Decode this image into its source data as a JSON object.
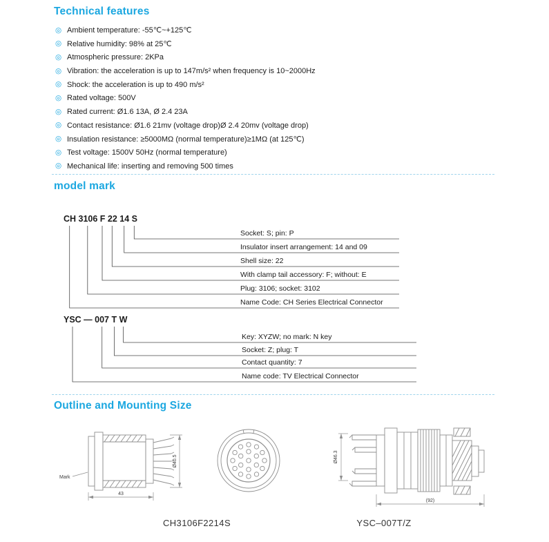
{
  "page": {
    "accent": "#1ba7e0"
  },
  "technical_features": {
    "title": "Technical features",
    "bullet": "◎",
    "items": [
      "Ambient temperature: -55℃~+125℃",
      "Relative humidity: 98% at 25℃",
      "Atmospheric pressure: 2KPa",
      "Vibration: the acceleration is up to 147m/s² when frequency is 10~2000Hz",
      "Shock: the acceleration is up to 490 m/s²",
      "Rated voltage: 500V",
      "Rated current: Ø1.6 13A, Ø 2.4 23A",
      "Contact resistance: Ø1.6 21mv (voltage drop)Ø 2.4 20mv (voltage drop)",
      "Insulation resistance: ≥5000MΩ (normal temperature)≥1MΩ (at 125℃)",
      "Test voltage: 1500V 50Hz (normal temperature)",
      "Mechanical life: inserting and removing 500 times"
    ]
  },
  "model_mark": {
    "title": "model mark",
    "ch": {
      "code": "CH 3106 F 22 14 S",
      "labels": [
        "Socket: S; pin: P",
        "Insulator insert arrangement: 14 and 09",
        "Shell size: 22",
        "With clamp tail accessory: F; without: E",
        "Plug: 3106; socket: 3102",
        "Name Code: CH Series Electrical Connector"
      ]
    },
    "ysc": {
      "code": "YSC — 007 T W",
      "labels": [
        "Key: XYZW; no mark: N key",
        "Socket: Z; plug: T",
        "Contact quantity: 7",
        "Name code: TV Electrical Connector"
      ]
    }
  },
  "outline": {
    "title": "Outline and Mounting Size",
    "left_caption": "CH3106F2214S",
    "right_caption": "YSC–007T/Z",
    "dims": {
      "mark": "Mark",
      "left_width": "43",
      "left_dia": "Ø40.5",
      "right_dia": "Ø46.3",
      "right_len": "(92)"
    }
  }
}
